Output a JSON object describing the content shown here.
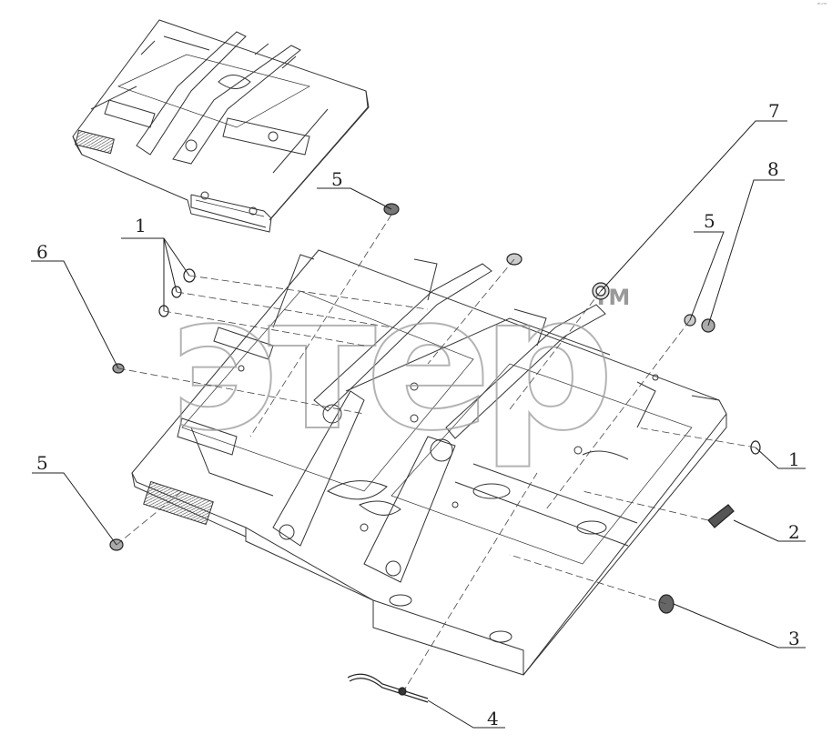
{
  "drawing": {
    "corner_note": "ᵉˡ·ⁿⁿ",
    "watermark": {
      "text": "этер",
      "trademark": "TM"
    },
    "callouts": [
      {
        "id": "callout-1-left",
        "label": "1"
      },
      {
        "id": "callout-1-right",
        "label": "1"
      },
      {
        "id": "callout-2",
        "label": "2"
      },
      {
        "id": "callout-3",
        "label": "3"
      },
      {
        "id": "callout-4",
        "label": "4"
      },
      {
        "id": "callout-5-top",
        "label": "5"
      },
      {
        "id": "callout-5-right",
        "label": "5"
      },
      {
        "id": "callout-5-left",
        "label": "5"
      },
      {
        "id": "callout-6",
        "label": "6"
      },
      {
        "id": "callout-7",
        "label": "7"
      },
      {
        "id": "callout-8",
        "label": "8"
      }
    ]
  }
}
